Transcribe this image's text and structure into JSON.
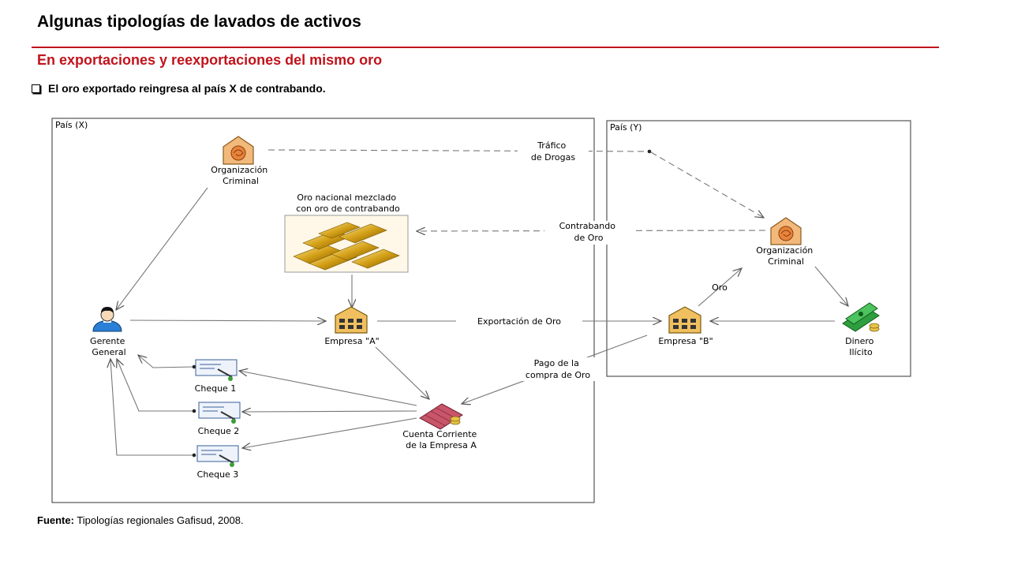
{
  "header": {
    "title": "Algunas tipologías de lavados de activos",
    "subtitle": "En exportaciones y reexportaciones del mismo oro",
    "bullet": "El oro exportado reingresa al país X de contrabando."
  },
  "diagram": {
    "country_x": "País (X)",
    "country_y": "País (Y)",
    "org_x": [
      "Organización",
      "Criminal"
    ],
    "org_y": [
      "Organización",
      "Criminal"
    ],
    "gold": [
      "Oro nacional mezclado",
      "con oro de contrabando"
    ],
    "manager": [
      "Gerente",
      "General"
    ],
    "company_a": "Empresa \"A\"",
    "company_b": "Empresa \"B\"",
    "illicit_money": [
      "Dinero",
      "Ilícito"
    ],
    "account": [
      "Cuenta Corriente",
      "de la Empresa A"
    ],
    "cheque_1": "Cheque 1",
    "cheque_2": "Cheque 2",
    "cheque_3": "Cheque 3",
    "drug_traffic": [
      "Tráfico",
      "de Drogas"
    ],
    "gold_smuggling": [
      "Contrabando",
      "de Oro"
    ],
    "gold_export": "Exportación de Oro",
    "gold_label": "Oro",
    "payment": [
      "Pago de la",
      "compra de Oro"
    ]
  },
  "footer": {
    "source_label": "Fuente:",
    "source_text": " Tipologías regionales Gafisud, 2008."
  },
  "colors": {
    "accent": "#c0141c",
    "gold": "#d4a017",
    "money": "#2e9e3e",
    "account": "#c8556a"
  }
}
